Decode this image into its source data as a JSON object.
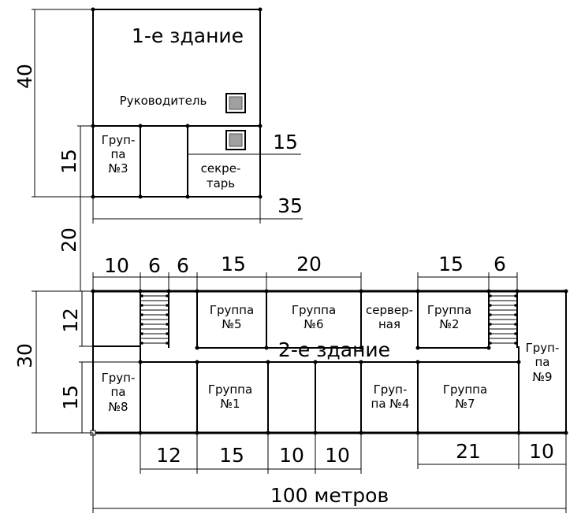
{
  "building1": {
    "title": "1-е здание",
    "manager": "Руководитель",
    "group3": [
      "Груп-",
      "па",
      "№3"
    ],
    "secretary": [
      "секре-",
      "тарь"
    ]
  },
  "building2": {
    "title": "2-е здание",
    "rooms": {
      "group5": [
        "Группа",
        "№5"
      ],
      "group6": [
        "Группа",
        "№6"
      ],
      "server": [
        "сервер-",
        "ная"
      ],
      "group2": [
        "Группа",
        "№2"
      ],
      "group9": [
        "Груп-",
        "па",
        "№9"
      ],
      "group8": [
        "Груп-",
        "па",
        "№8"
      ],
      "group1": [
        "Группа",
        "№1"
      ],
      "group4": [
        "Груп-",
        "па №4"
      ],
      "group7": [
        "Группа",
        "№7"
      ]
    }
  },
  "dimensions": {
    "b1_height": "40",
    "b1_lower_height": "15",
    "secretary_width": "15",
    "b1_width": "35",
    "gap": "20",
    "b2_height": "30",
    "b2_upper_height": "12",
    "b2_lower_height": "15",
    "top_10": "10",
    "top_6a": "6",
    "top_6b": "6",
    "top_15a": "15",
    "top_20": "20",
    "top_15b": "15",
    "top_6c": "6",
    "bottom_12": "12",
    "bottom_15": "15",
    "bottom_10a": "10",
    "bottom_10b": "10",
    "bottom_21": "21",
    "bottom_10c": "10",
    "total": "100 метров"
  }
}
